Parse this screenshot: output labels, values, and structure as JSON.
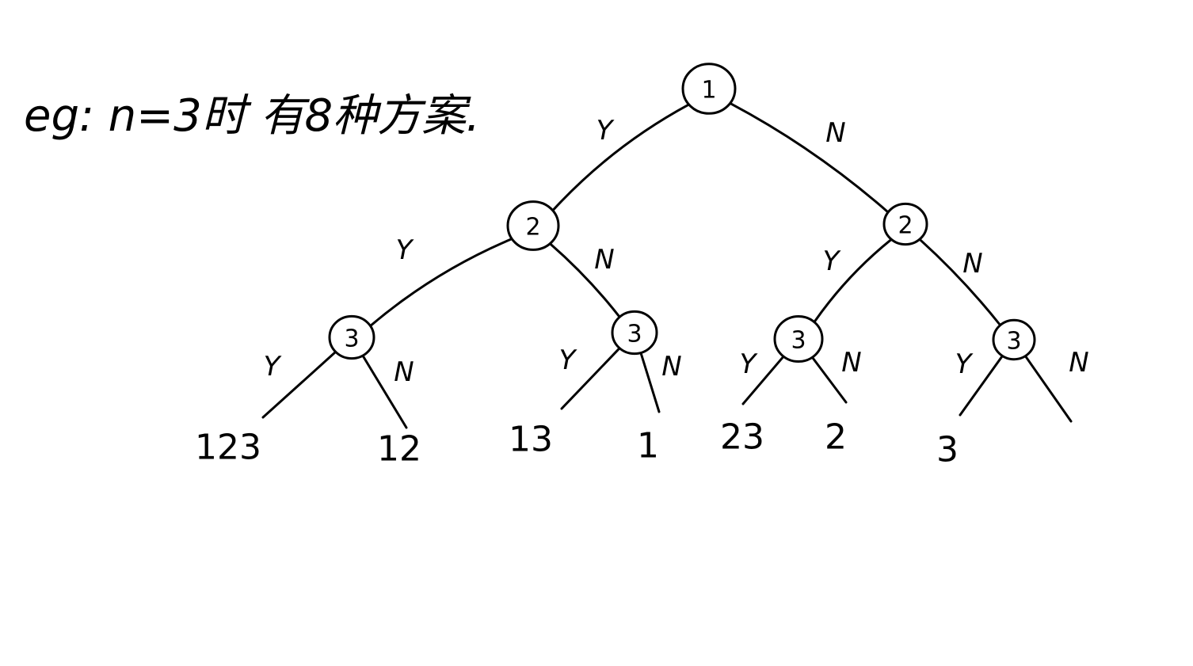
{
  "title": "eg: n=3时 有8种方案.",
  "tree": {
    "nodes": [
      {
        "id": "n1",
        "label": "1"
      },
      {
        "id": "n2a",
        "label": "2"
      },
      {
        "id": "n2b",
        "label": "2"
      },
      {
        "id": "n3a",
        "label": "3"
      },
      {
        "id": "n3b",
        "label": "3"
      },
      {
        "id": "n3c",
        "label": "3"
      },
      {
        "id": "n3d",
        "label": "3"
      }
    ],
    "edges": [
      {
        "from": "n1",
        "to": "n2a",
        "label": "Y"
      },
      {
        "from": "n1",
        "to": "n2b",
        "label": "N"
      },
      {
        "from": "n2a",
        "to": "n3a",
        "label": "Y"
      },
      {
        "from": "n2a",
        "to": "n3b",
        "label": "N"
      },
      {
        "from": "n2b",
        "to": "n3c",
        "label": "Y"
      },
      {
        "from": "n2b",
        "to": "n3d",
        "label": "N"
      },
      {
        "from": "n3a",
        "to": "l1",
        "label": "Y"
      },
      {
        "from": "n3a",
        "to": "l2",
        "label": "N"
      },
      {
        "from": "n3b",
        "to": "l3",
        "label": "Y"
      },
      {
        "from": "n3b",
        "to": "l4",
        "label": "N"
      },
      {
        "from": "n3c",
        "to": "l5",
        "label": "Y"
      },
      {
        "from": "n3c",
        "to": "l6",
        "label": "N"
      },
      {
        "from": "n3d",
        "to": "l7",
        "label": "Y"
      },
      {
        "from": "n3d",
        "to": "l8",
        "label": "N"
      }
    ],
    "leaves": [
      {
        "id": "l1",
        "label": "123"
      },
      {
        "id": "l2",
        "label": "12"
      },
      {
        "id": "l3",
        "label": "13"
      },
      {
        "id": "l4",
        "label": "1"
      },
      {
        "id": "l5",
        "label": "23"
      },
      {
        "id": "l6",
        "label": "2"
      },
      {
        "id": "l7",
        "label": "3"
      },
      {
        "id": "l8",
        "label": ""
      }
    ]
  }
}
